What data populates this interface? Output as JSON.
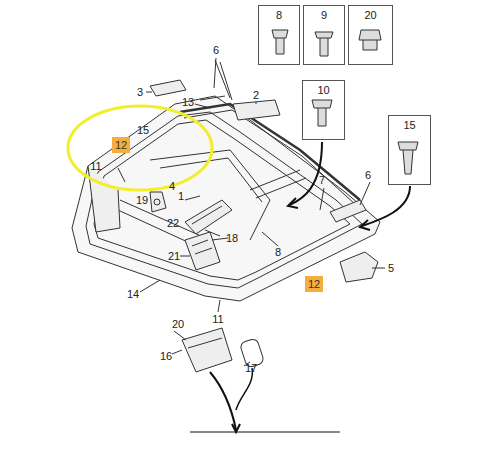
{
  "diagram": {
    "nodes": [
      {
        "text": [
          "8"
        ]
      },
      {
        "text": [
          "9"
        ]
      },
      {
        "text": [
          "20"
        ]
      },
      {
        "text": [
          "10"
        ]
      },
      {
        "text": [
          "15"
        ]
      },
      {
        "text": [
          "12"
        ]
      },
      {
        "text": [
          "12"
        ]
      }
    ],
    "labels": [
      "3",
      "13",
      "6",
      "2",
      "15",
      "11",
      "4",
      "1",
      "19",
      "22",
      "18",
      "7",
      "6",
      "21",
      "8",
      "14",
      "5",
      "20",
      "11",
      "16",
      "17"
    ]
  }
}
